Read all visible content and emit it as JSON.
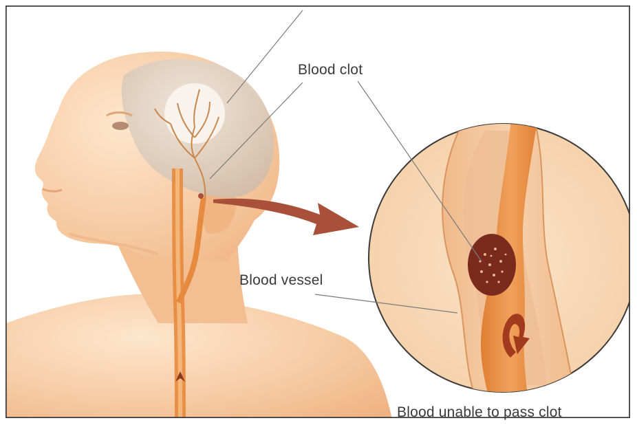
{
  "labels": {
    "blood_clot": "Blood clot",
    "blood_vessel": "Blood vessel",
    "blood_unable": "Blood unable to pass clot"
  },
  "colors": {
    "skin": "#f6c9a0",
    "skin_light": "#fbe1c5",
    "skin_shadow": "#e9a97b",
    "brain": "#d9c8b8",
    "vessel": "#e58a3e",
    "vessel_dark": "#c86a2a",
    "clot": "#7a2b1e",
    "arrow": "#a8503a",
    "leader_line": "#7a7a7a"
  }
}
